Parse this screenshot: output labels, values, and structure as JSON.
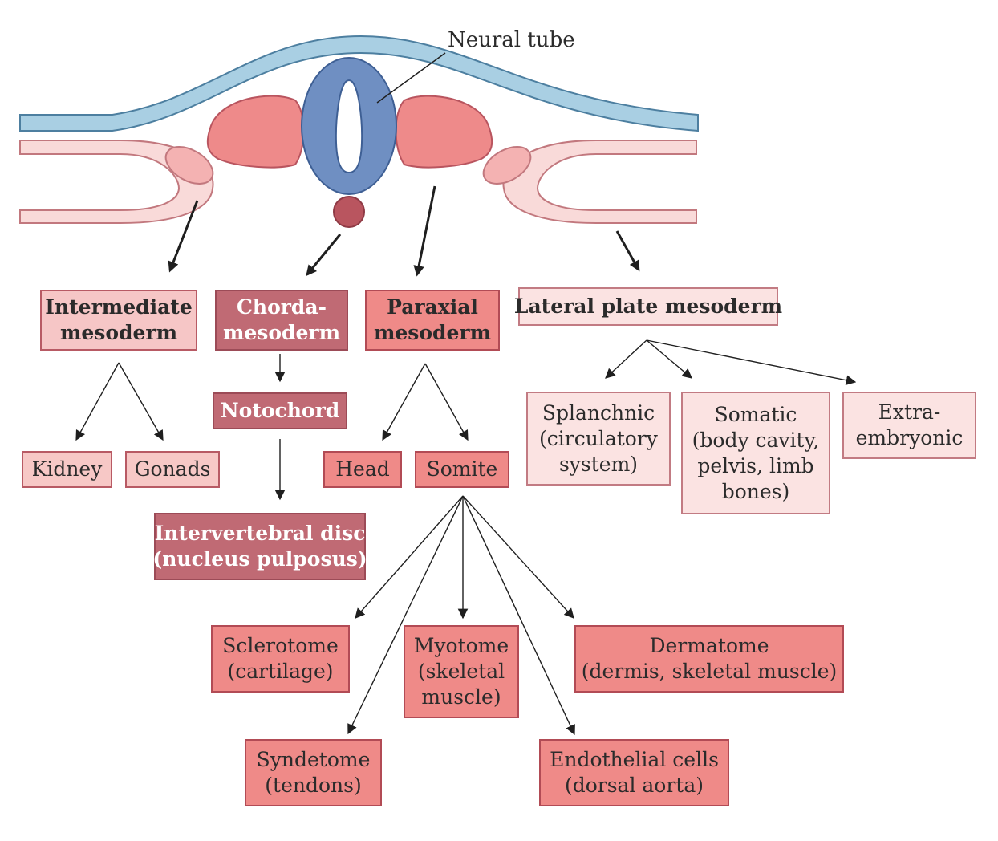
{
  "labels": {
    "neural_tube": "Neural tube"
  },
  "boxes": {
    "intermediate": [
      "Intermediate",
      "mesoderm"
    ],
    "chorda": [
      "Chorda-",
      "mesoderm"
    ],
    "paraxial": [
      "Paraxial",
      "mesoderm"
    ],
    "lateral": [
      "Lateral plate mesoderm"
    ],
    "kidney": [
      "Kidney"
    ],
    "gonads": [
      "Gonads"
    ],
    "notochord": [
      "Notochord"
    ],
    "disc": [
      "Intervertebral disc",
      "(nucleus pulposus)"
    ],
    "head": [
      "Head"
    ],
    "somite": [
      "Somite"
    ],
    "splanchnic": [
      "Splanchnic",
      "(circulatory",
      "system)"
    ],
    "somatic": [
      "Somatic",
      "(body cavity,",
      "pelvis, limb",
      "bones)"
    ],
    "extra": [
      "Extra-",
      "embryonic"
    ],
    "sclerotome": [
      "Sclerotome",
      "(cartilage)"
    ],
    "myotome": [
      "Myotome",
      "(skeletal",
      "muscle)"
    ],
    "dermatome": [
      "Dermatome",
      "(dermis, skeletal muscle)"
    ],
    "syndetome": [
      "Syndetome",
      "(tendons)"
    ],
    "endothelial": [
      "Endothelial cells",
      "(dorsal aorta)"
    ]
  },
  "colors": {
    "ectoderm": "#a9cfe3",
    "neural_tube": "#6f8fc2",
    "somite_fill": "#ee8a8a",
    "plate_fill": "#f9dad9",
    "notochord_fill": "#b9555f"
  }
}
